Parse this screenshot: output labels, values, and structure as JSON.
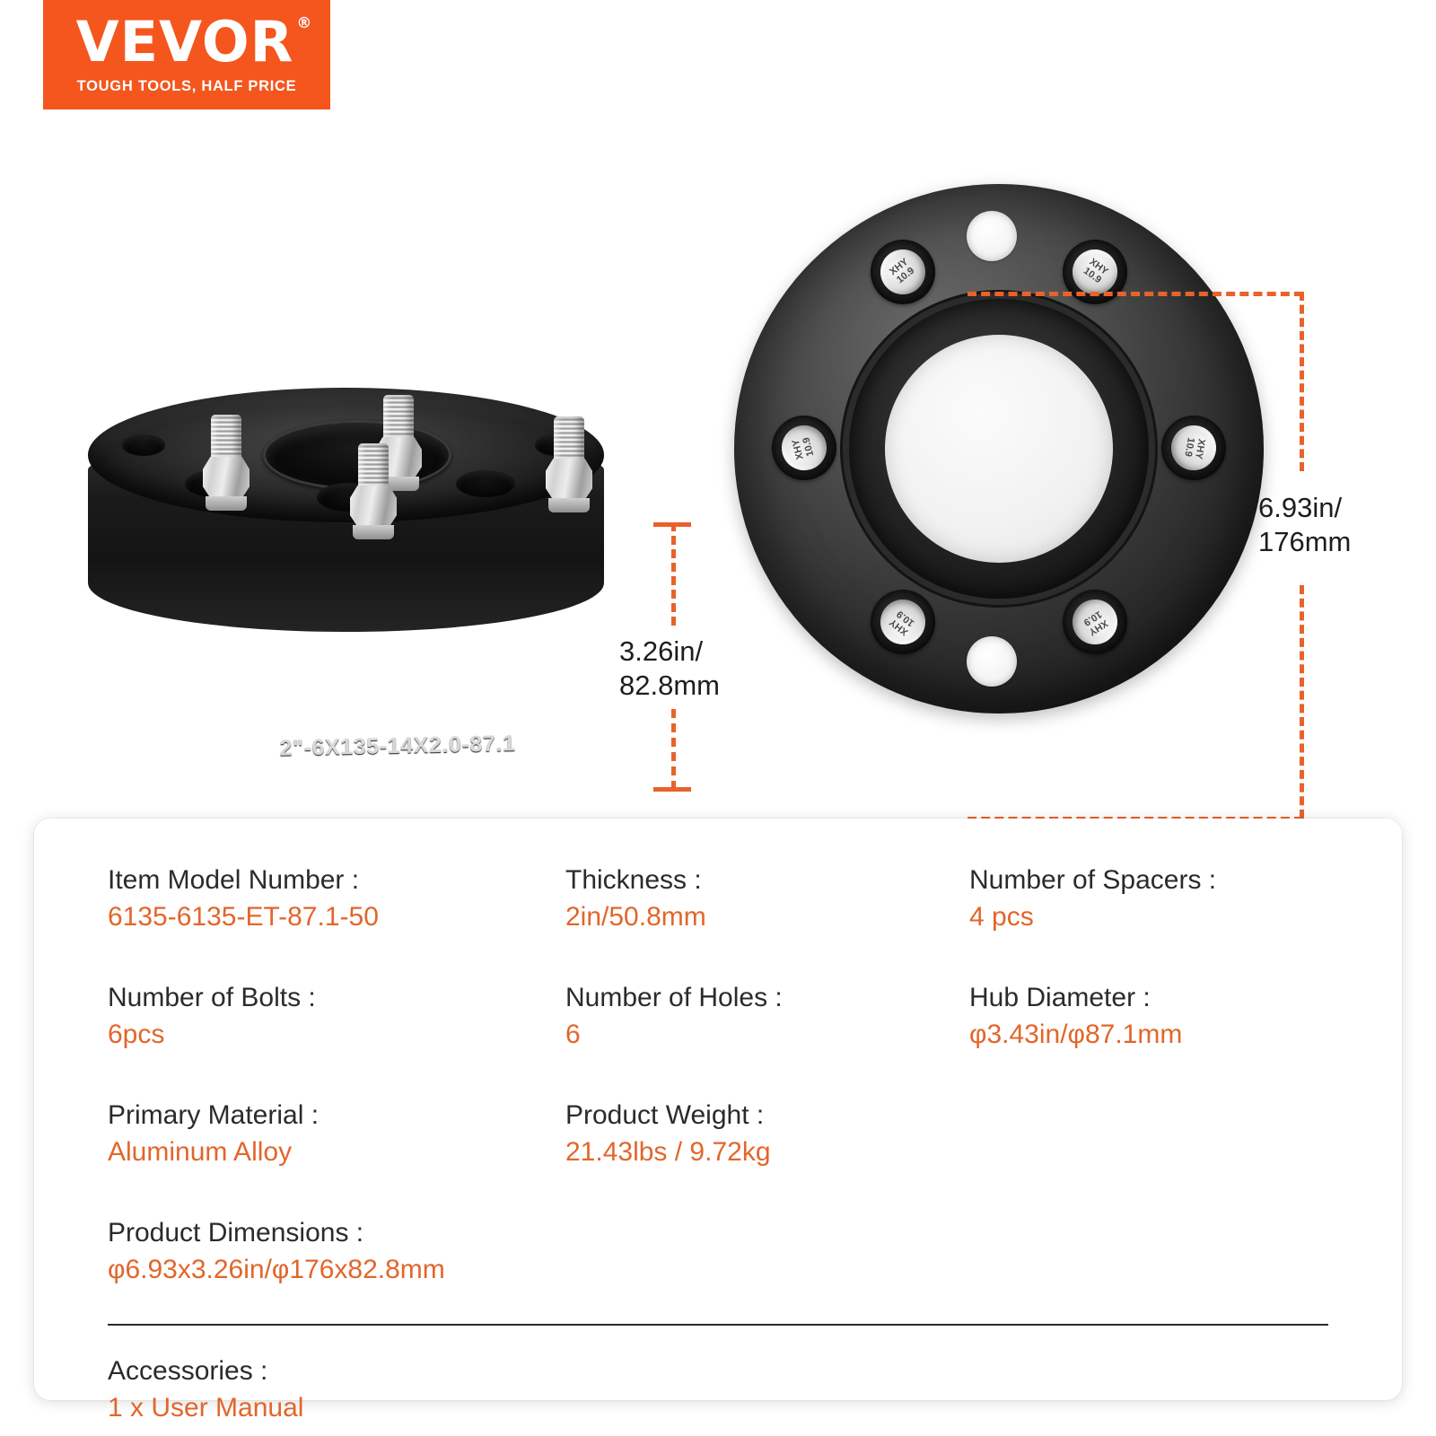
{
  "brand": {
    "name": "VEVOR",
    "registered_mark": "®",
    "tagline": "TOUGH TOOLS, HALF PRICE",
    "background_color": "#F4561E",
    "text_color": "#FFFFFF"
  },
  "theme": {
    "accent_orange": "#E2662B",
    "dimension_line_color": "#E8622A",
    "label_color": "#2B2B2B"
  },
  "product_image": {
    "engraving": "2\"-6X135-14X2.0-87.1",
    "bolt_marking_line1": "XHY",
    "bolt_marking_line2": "10.9",
    "bolt_count": 6,
    "through_hole_count": 2
  },
  "dimensions": {
    "thickness_callout": {
      "line1": "3.26in/",
      "line2": "82.8mm"
    },
    "diameter_callout": {
      "line1": "6.93in/",
      "line2": "176mm"
    }
  },
  "specs": [
    {
      "label": "Item Model Number :",
      "value": "6135-6135-ET-87.1-50"
    },
    {
      "label": "Thickness :",
      "value": "2in/50.8mm"
    },
    {
      "label": "Number of Spacers :",
      "value": " 4 pcs"
    },
    {
      "label": "Number of Bolts :",
      "value": "6pcs"
    },
    {
      "label": "Number of Holes :",
      "value": "6"
    },
    {
      "label": "Hub Diameter :",
      "value": "φ3.43in/φ87.1mm"
    },
    {
      "label": "Primary Material :",
      "value": "Aluminum Alloy"
    },
    {
      "label": "Product Weight :",
      "value": "21.43lbs / 9.72kg"
    },
    {
      "label": "",
      "value": ""
    },
    {
      "label": "Product Dimensions :",
      "value": "φ6.93x3.26in/φ176x82.8mm"
    }
  ],
  "accessories": {
    "label": "Accessories :",
    "value": "1 x User Manual"
  }
}
